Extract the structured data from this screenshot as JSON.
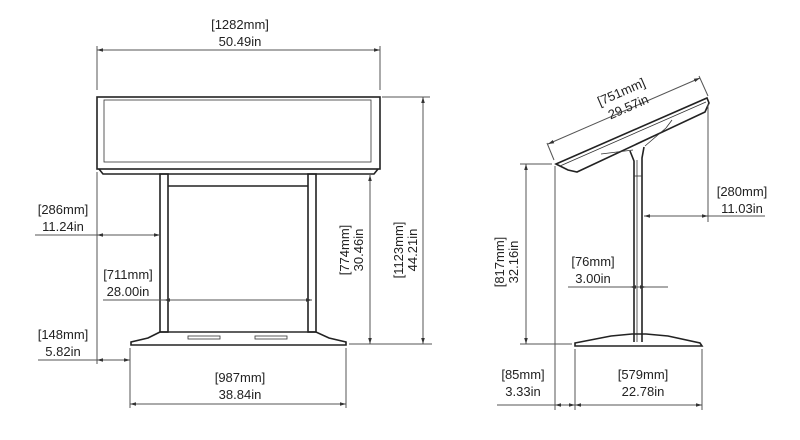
{
  "front_view": {
    "overall_width": {
      "mm": "[1282mm]",
      "in": "50.49in"
    },
    "screen_offset": {
      "mm": "[286mm]",
      "in": "11.24in"
    },
    "leg_span": {
      "mm": "[711mm]",
      "in": "28.00in"
    },
    "base_offset": {
      "mm": "[148mm]",
      "in": "5.82in"
    },
    "base_width": {
      "mm": "[987mm]",
      "in": "38.84in"
    },
    "screen_bottom_height": {
      "mm": "[774mm]",
      "in": "30.46in"
    },
    "overall_height": {
      "mm": "[1123mm]",
      "in": "44.21in"
    }
  },
  "side_view": {
    "panel_length": {
      "mm": "[751mm]",
      "in": "29.57in"
    },
    "panel_overhang": {
      "mm": "[280mm]",
      "in": "11.03in"
    },
    "post_depth": {
      "mm": "[76mm]",
      "in": "3.00in"
    },
    "panel_low_height": {
      "mm": "[817mm]",
      "in": "32.16in"
    },
    "panel_setback": {
      "mm": "[85mm]",
      "in": "3.33in"
    },
    "base_depth": {
      "mm": "[579mm]",
      "in": "22.78in"
    }
  }
}
